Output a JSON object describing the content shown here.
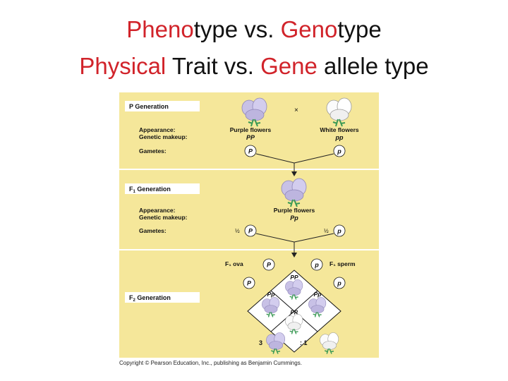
{
  "title": {
    "line1": {
      "a": "Pheno",
      "b": "type vs. ",
      "c": "Geno",
      "d": "type"
    },
    "line2": {
      "a": "Physical",
      "b": " Trait vs. ",
      "c": "Gene",
      "d": " allele type"
    }
  },
  "figure": {
    "p_generation": {
      "label": "P Generation",
      "cross": "×",
      "appearance_label": "Appearance:",
      "makeup_label": "Genetic makeup:",
      "gametes_label": "Gametes:",
      "left_appearance": "Purple flowers",
      "left_genotype": "PP",
      "right_appearance": "White flowers",
      "right_genotype": "pp",
      "left_gamete": "P",
      "right_gamete": "p"
    },
    "f1_generation": {
      "label_main": "F",
      "label_sub": "1",
      "label_rest": " Generation",
      "appearance_label": "Appearance:",
      "makeup_label": "Genetic makeup:",
      "gametes_label": "Gametes:",
      "appearance": "Purple flowers",
      "genotype": "Pp",
      "fraction_left": "½",
      "fraction_right": "½",
      "gamete_left": "P",
      "gamete_right": "p"
    },
    "f2_generation": {
      "label_main": "F",
      "label_sub": "2",
      "label_rest": " Generation",
      "ova_label": "F₁ ova",
      "sperm_label": "F₁ sperm",
      "ova_P": "P",
      "sperm_p": "p",
      "left_P": "P",
      "right_p": "p",
      "cell_top": "PP",
      "cell_left": "Pp",
      "cell_right": "Pp",
      "cell_bottom": "pp",
      "ratio_left": "3",
      "ratio_right": ": 1"
    },
    "colors": {
      "background": "#f5e79a",
      "panel_divider": "#ffffff",
      "purple_flower": "#c8c1e6",
      "white_flower": "#fbfbfb",
      "leaf": "#4cae63",
      "accent_red": "#d1232a"
    }
  },
  "copyright": "Copyright © Pearson Education, Inc., publishing as Benjamin Cummings."
}
